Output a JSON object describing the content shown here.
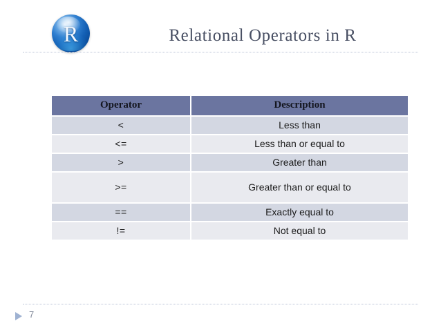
{
  "slide": {
    "title": "Relational Operators in R",
    "background_color": "#ffffff",
    "title_color": "#484f63"
  },
  "logo": {
    "name": "r-language-logo",
    "letter": "R",
    "sphere_color": "#135fb4",
    "letter_color": "#f4f9ff"
  },
  "table": {
    "header_background": "#6b75a0",
    "row_dark_background": "#d3d7e2",
    "row_light_background": "#e9eaef",
    "columns": [
      "Operator",
      "Description"
    ],
    "rows": [
      {
        "operator": "<",
        "description": "Less than"
      },
      {
        "operator": "<=",
        "description": "Less than or equal to"
      },
      {
        "operator": ">",
        "description": "Greater than"
      },
      {
        "operator": ">=",
        "description": "Greater than or equal to"
      },
      {
        "operator": "==",
        "description": "Exactly equal to"
      },
      {
        "operator": "!=",
        "description": "Not equal to"
      }
    ]
  },
  "footer": {
    "page_number": "7",
    "marker_icon": "triangle-right-icon",
    "marker_color": "#9fb2d2"
  }
}
